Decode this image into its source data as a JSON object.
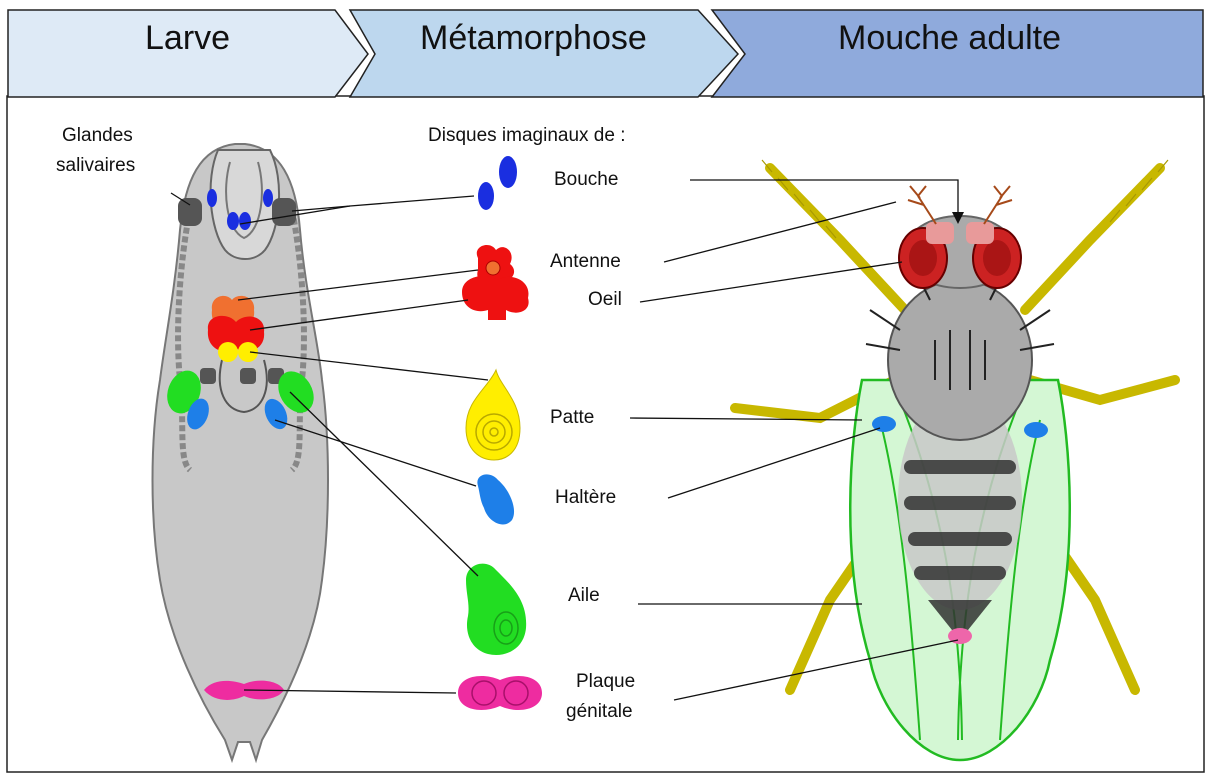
{
  "header": {
    "stage_1": "Larve",
    "stage_2": "Métamorphose",
    "stage_3": "Mouche adulte",
    "colors": {
      "stage_1": "#deeaf6",
      "stage_2": "#bdd7ee",
      "stage_3": "#8faadc"
    }
  },
  "larva": {
    "glands_label_line1": "Glandes",
    "glands_label_line2": "salivaires"
  },
  "discs": {
    "heading": "Disques imaginaux de :",
    "items": [
      {
        "label": "Bouche",
        "color": "#1a2ee0",
        "icon": "mouth-disc-icon"
      },
      {
        "label": "Antenne",
        "color": "#ee1111",
        "icon": "antenna-disc-icon"
      },
      {
        "label": "Oeil",
        "color": "#ee1111",
        "icon": "eye-disc-icon"
      },
      {
        "label": "Patte",
        "color": "#ffee00",
        "icon": "leg-disc-icon"
      },
      {
        "label": "Haltère",
        "color": "#1e7fe8",
        "icon": "haltere-disc-icon"
      },
      {
        "label": "Aile",
        "color": "#22dd22",
        "icon": "wing-disc-icon"
      },
      {
        "label": "Plaque",
        "label_line2": "génitale",
        "color": "#ee2ca0",
        "icon": "genital-disc-icon"
      }
    ]
  }
}
